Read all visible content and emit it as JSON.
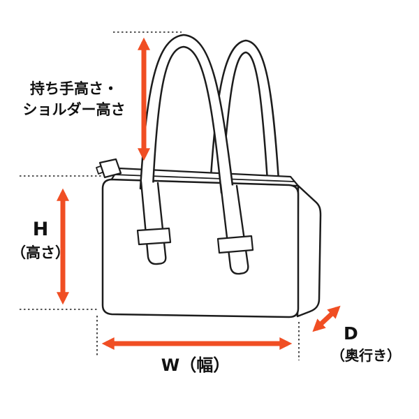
{
  "colors": {
    "arrow": "#F04E23",
    "line": "#1c1c1c",
    "background": "#ffffff"
  },
  "labels": {
    "handle_height": {
      "line1": "持ち手高さ・",
      "line2": "ショルダー高さ"
    },
    "height": {
      "abbr": "H",
      "name": "（高さ）"
    },
    "width": {
      "text": "W（幅）"
    },
    "depth": {
      "abbr": "D",
      "name": "（奥行き）"
    }
  },
  "diagram": {
    "measurements": [
      {
        "id": "handle-height",
        "label": "持ち手高さ・ショルダー高さ",
        "orientation": "vertical"
      },
      {
        "id": "height",
        "label": "H（高さ）",
        "orientation": "vertical"
      },
      {
        "id": "width",
        "label": "W（幅）",
        "orientation": "horizontal"
      },
      {
        "id": "depth",
        "label": "D（奥行き）",
        "orientation": "diagonal"
      }
    ]
  }
}
